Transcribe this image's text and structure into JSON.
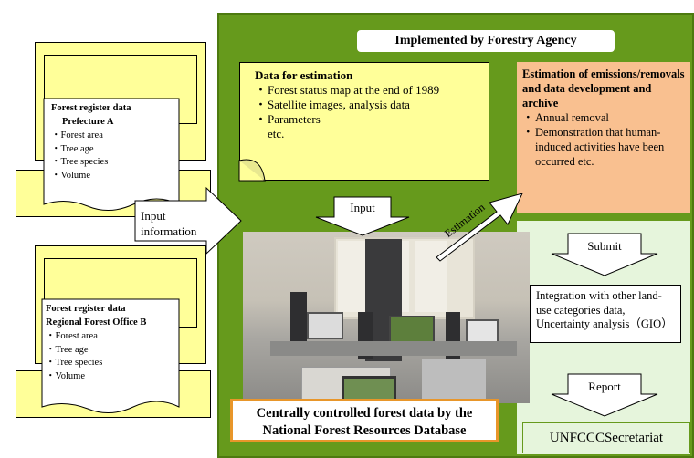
{
  "header": {
    "title": "Implemented by Forestry Agency"
  },
  "registers": [
    {
      "title_line1": "Forest register data",
      "title_line2": "Prefecture A",
      "items": [
        "Forest area",
        "Tree age",
        "Tree species",
        "Volume"
      ]
    },
    {
      "title_line1": "Forest register data",
      "title_line2": "Regional Forest Office B",
      "items": [
        "Forest area",
        "Tree age",
        "Tree species",
        "Volume"
      ]
    }
  ],
  "input_info": {
    "line1": "Input",
    "line2": "information"
  },
  "estimation_data": {
    "title": "Data for estimation",
    "items": [
      "Forest status map at the end of 1989",
      "Satellite images, analysis data",
      "Parameters"
    ],
    "etc": "etc."
  },
  "estimation": {
    "title": "Estimation of emissions/removals and data development and archive",
    "items": [
      "Annual removal",
      "Demonstration that human-induced activities have been occurred etc."
    ]
  },
  "arrows": {
    "input": "Input",
    "estimation": "Estimation",
    "submit": "Submit",
    "report": "Report"
  },
  "database": {
    "line1": "Centrally controlled forest data by the",
    "line2": "National Forest Resources Database"
  },
  "integration": {
    "text": "Integration with other land-use categories data, Uncertainty analysis（GIO）"
  },
  "unfccc": {
    "label": "UNFCCCSecretariat"
  },
  "colors": {
    "green_panel": "#669a1c",
    "green_border": "#4d7a0f",
    "yellow_box": "#ffff99",
    "orange_box": "#f9c090",
    "light_green": "#e6f5dc",
    "orange_border": "#e8962a"
  }
}
